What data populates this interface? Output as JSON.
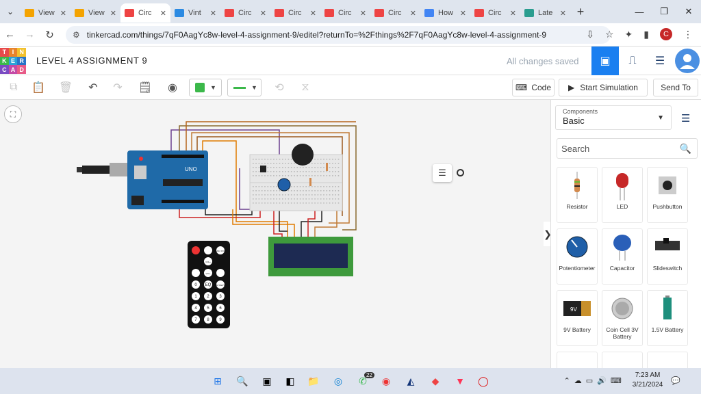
{
  "browser": {
    "tabs": [
      {
        "title": "View",
        "color": "#f4a300"
      },
      {
        "title": "View",
        "color": "#f4a300"
      },
      {
        "title": "Circ",
        "color": "#e44",
        "active": true
      },
      {
        "title": "Vint",
        "color": "#2b8ae2"
      },
      {
        "title": "Circ",
        "color": "#e44"
      },
      {
        "title": "Circ",
        "color": "#e44"
      },
      {
        "title": "Circ",
        "color": "#e44"
      },
      {
        "title": "Circ",
        "color": "#e44"
      },
      {
        "title": "How",
        "color": "#4285f4"
      },
      {
        "title": "Circ",
        "color": "#e44"
      },
      {
        "title": "Late",
        "color": "#2a9d8f"
      }
    ],
    "url": "tinkercad.com/things/7qF0AagYc8w-level-4-assignment-9/editel?returnTo=%2Fthings%2F7qF0AagYc8w-level-4-assignment-9",
    "profile_letter": "C"
  },
  "header": {
    "logo_letters": [
      "TIN",
      "KER",
      "CAD"
    ],
    "logo_cells": [
      "T",
      "I",
      "N",
      "K",
      "E",
      "R",
      "C",
      "A",
      "D"
    ],
    "project_title": "LEVEL 4 ASSIGNMENT 9",
    "save_status": "All changes saved"
  },
  "toolbar": {
    "code_label": "Code",
    "simulate_label": "Start Simulation",
    "send_label": "Send To",
    "wire_color": "#3bb84a"
  },
  "panel": {
    "components_label": "Components",
    "components_value": "Basic",
    "search_placeholder": "Search",
    "items": [
      "Resistor",
      "LED",
      "Pushbutton",
      "Potentiometer",
      "Capacitor",
      "Slideswitch",
      "9V Battery",
      "Coin Cell 3V Battery",
      "1.5V Battery"
    ]
  },
  "circuit": {
    "arduino_label": "UNO",
    "remote_keys": [
      "VOL+",
      "FUNC STOP",
      "VOL-",
      "EQ",
      "ST REPT",
      "0",
      "1",
      "2",
      "3",
      "4",
      "5",
      "6",
      "7",
      "8",
      "9"
    ]
  },
  "taskbar": {
    "whatsapp_badge": "22",
    "time": "7:23 AM",
    "date": "3/21/2024"
  }
}
